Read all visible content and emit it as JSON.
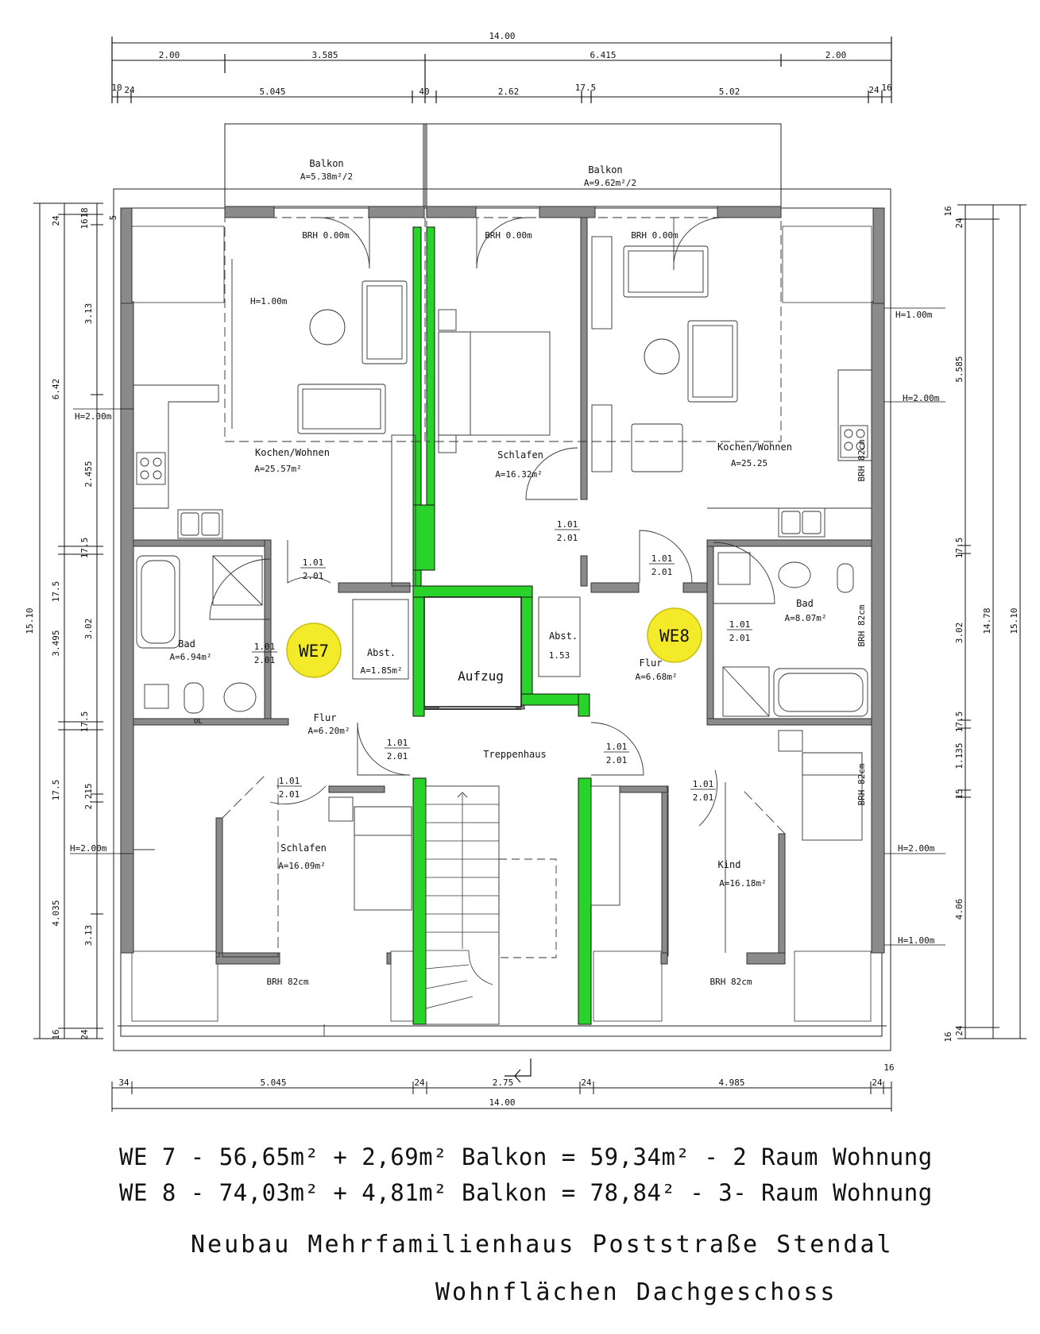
{
  "dims": {
    "top_total": "14.00",
    "top_row1": [
      "2.00",
      "3.585",
      "6.415",
      "2.00"
    ],
    "top_row2": [
      "10",
      "24",
      "5.045",
      "40",
      "2.62",
      "17.5",
      "5.02",
      "24",
      "16"
    ],
    "bottom_row": [
      "34",
      "5.045",
      "24",
      "2.75",
      "24",
      "4.985",
      "24",
      "16"
    ],
    "bottom_total": "14.00",
    "left_outer": "15.10",
    "left_mid": [
      "6.42",
      "17.5",
      "3.495",
      "17.5",
      "4.035"
    ],
    "left_inner": [
      "24",
      "18",
      "16",
      "5",
      "3.13",
      "2.455",
      "17.5",
      "3.02",
      "17.5",
      "2.215",
      "3.13",
      "16",
      "24"
    ],
    "right_outer": "15.10",
    "right_mid": "14.78",
    "right_inner": [
      "16",
      "24",
      "5.585",
      "17.5",
      "3.02",
      "17.5",
      "1.135",
      "15",
      "4.06",
      "24",
      "16"
    ]
  },
  "levels": {
    "h100": "H=1.00m",
    "h200": "H=2.00m",
    "h200_left": "H=2.00m",
    "brh0": "BRH 0.00m",
    "brh82": "BRH 82cm"
  },
  "rooms": {
    "balkon_left": {
      "name": "Balkon",
      "area": "A=5.38m²/2"
    },
    "balkon_right": {
      "name": "Balkon",
      "area": "A=9.62m²/2"
    },
    "kochen_left": {
      "name": "Kochen/Wohnen",
      "area": "A=25.57m²"
    },
    "schlafen_top": {
      "name": "Schlafen",
      "area": "A=16.32m²"
    },
    "kochen_right": {
      "name": "Kochen/Wohnen",
      "area": "A=25.25"
    },
    "bad_left": {
      "name": "Bad",
      "area": "A=6.94m²"
    },
    "abst_left": {
      "name": "Abst.",
      "area": "A=1.85m²"
    },
    "aufzug": {
      "name": "Aufzug"
    },
    "abst_right": {
      "name": "Abst.",
      "area": "1.53"
    },
    "flur_right": {
      "name": "Flur",
      "area": "A=6.68m²"
    },
    "bad_right": {
      "name": "Bad",
      "area": "A=8.07m²"
    },
    "flur_left": {
      "name": "Flur",
      "area": "A=6.20m²"
    },
    "treppenhaus": {
      "name": "Treppenhaus"
    },
    "schlafen_bottom": {
      "name": "Schlafen",
      "area": "A=16.09m²"
    },
    "kind": {
      "name": "Kind",
      "area": "A=16.18m²"
    }
  },
  "door": {
    "top": "1.01",
    "bottom": "2.01"
  },
  "units": {
    "we7": "WE7",
    "we8": "WE8"
  },
  "misc": {
    "ol": "OL"
  },
  "colors": {
    "shaft": "#2ad32a",
    "unit_marker": "#f3ea2a",
    "wall": "#8a8a8a"
  },
  "summary": {
    "line1": "WE 7 - 56,65m² + 2,69m² Balkon = 59,34m² - 2 Raum Wohnung",
    "line2": "WE 8 - 74,03m² + 4,81m² Balkon = 78,84² - 3- Raum Wohnung"
  },
  "project": {
    "title": "Neubau Mehrfamilienhaus Poststraße Stendal",
    "subtitle": "Wohnflächen Dachgeschoss"
  }
}
